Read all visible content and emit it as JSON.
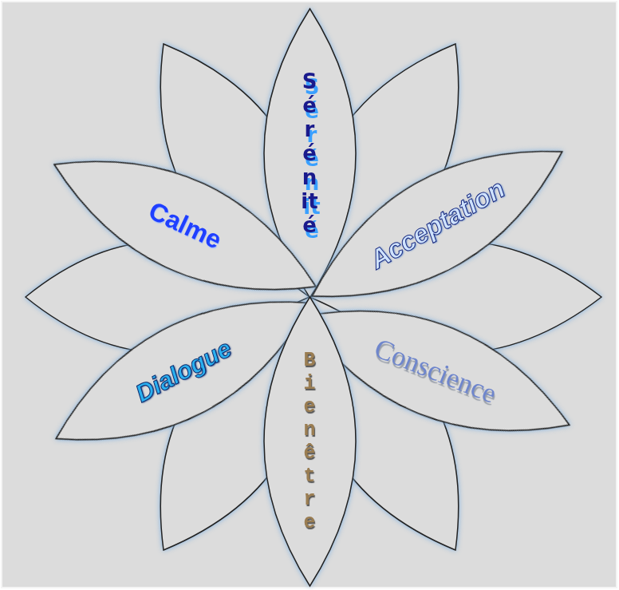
{
  "diagram": {
    "nodes": [
      {
        "text": [
          "Sérénité"
        ]
      },
      {
        "text": [
          "Calme"
        ]
      },
      {
        "text": [
          "Acceptation"
        ]
      },
      {
        "text": [
          "Dialogue"
        ]
      },
      {
        "text": [
          "Conscience"
        ]
      },
      {
        "text": [
          "Bien être"
        ]
      }
    ]
  }
}
